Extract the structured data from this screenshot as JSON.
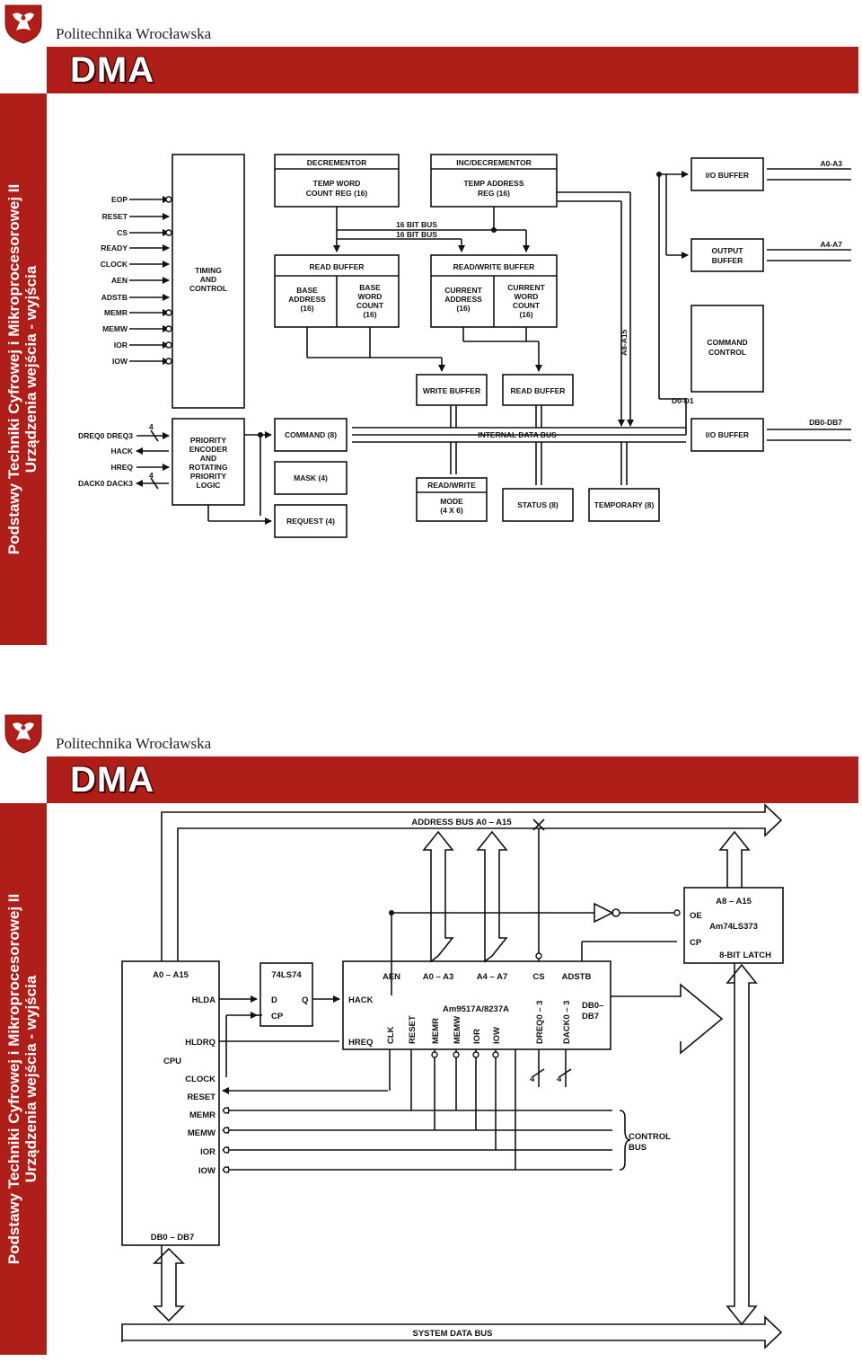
{
  "header": {
    "university": "Politechnika Wrocławska",
    "title": "DMA"
  },
  "sidebar": {
    "line1": "Podstawy Techniki Cyfrowej i Mikroprocesorowej II",
    "line2": "Urządzenia wejścia - wyjścia"
  },
  "diagram1": {
    "signals": [
      "EOP",
      "RESET",
      "CS",
      "READY",
      "CLOCK",
      "AEN",
      "ADSTB",
      "MEMR",
      "MEMW",
      "IOR",
      "IOW"
    ],
    "signals2": [
      "DREQ0 DREQ3",
      "HACK",
      "HREQ",
      "DACK0 DACK3"
    ],
    "four": "4",
    "timing": [
      "TIMING",
      "AND",
      "CONTROL"
    ],
    "priority": [
      "PRIORITY",
      "ENCODER",
      "AND",
      "ROTATING",
      "PRIORITY",
      "LOGIC"
    ],
    "decrementor": "DECREMENTOR",
    "temp_word": [
      "TEMP WORD",
      "COUNT REG (16)"
    ],
    "inc_decrementor": "INC/DECREMENTOR",
    "temp_address": [
      "TEMP ADDRESS",
      "REG (16)"
    ],
    "bus16a": "16 BIT BUS",
    "bus16b": "16 BIT BUS",
    "read_buffer": "READ BUFFER",
    "base_address": [
      "BASE",
      "ADDRESS",
      "(16)"
    ],
    "base_word": [
      "BASE",
      "WORD",
      "COUNT",
      "(16)"
    ],
    "rw_buffer": "READ/WRITE BUFFER",
    "current_address": [
      "CURRENT",
      "ADDRESS",
      "(16)"
    ],
    "current_word": [
      "CURRENT",
      "WORD",
      "COUNT",
      "(16)"
    ],
    "write_buffer": "WRITE BUFFER",
    "read_buffer2": "READ BUFFER",
    "a8a15": "A8-A15",
    "io_buffer1": "I/O BUFFER",
    "a0a3": "A0-A3",
    "output_buffer": [
      "OUTPUT",
      "BUFFER"
    ],
    "a4a7": "A4-A7",
    "command_control": [
      "COMMAND",
      "CONTROL"
    ],
    "d0d1": "D0-D1",
    "io_buffer2": "I/O BUFFER",
    "db0db7": "DB0-DB7",
    "internal_bus": "INTERNAL DATA BUS",
    "command": "COMMAND (8)",
    "mask": "MASK (4)",
    "request": "REQUEST (4)",
    "rw_mode": [
      "READ/WRITE",
      "MODE",
      "(4 X 6)"
    ],
    "status": "STATUS (8)",
    "temporary": "TEMPORARY (8)"
  },
  "diagram2": {
    "address_bus": "ADDRESS BUS A0 – A15",
    "cpu_pins": [
      "A0 – A15",
      "HLDA",
      "HLDRQ",
      "CPU",
      "CLOCK",
      "RESET",
      "MEMR",
      "MEMW",
      "IOR",
      "IOW",
      "DB0 – DB7"
    ],
    "ff": [
      "74LS74",
      "D",
      "Q",
      "CP"
    ],
    "dma_top": [
      "AEN",
      "A0 – A3",
      "A4 – A7",
      "CS",
      "ADSTB"
    ],
    "dma_left": [
      "HACK",
      "HREQ"
    ],
    "dma_name": "Am9517A/8237A",
    "dma_bottom": [
      "CLK",
      "RESET",
      "MEMR",
      "MEMW",
      "IOR",
      "IOW",
      "DREQ0 – 3",
      "DACK0 – 3"
    ],
    "dma_db": [
      "DB0–",
      "DB7"
    ],
    "four": "4",
    "latch": [
      "A8 – A15",
      "OE",
      "Am74LS373",
      "CP",
      "8-BIT LATCH"
    ],
    "control_bus": [
      "CONTROL",
      "BUS"
    ],
    "system_data_bus": "SYSTEM DATA BUS"
  }
}
